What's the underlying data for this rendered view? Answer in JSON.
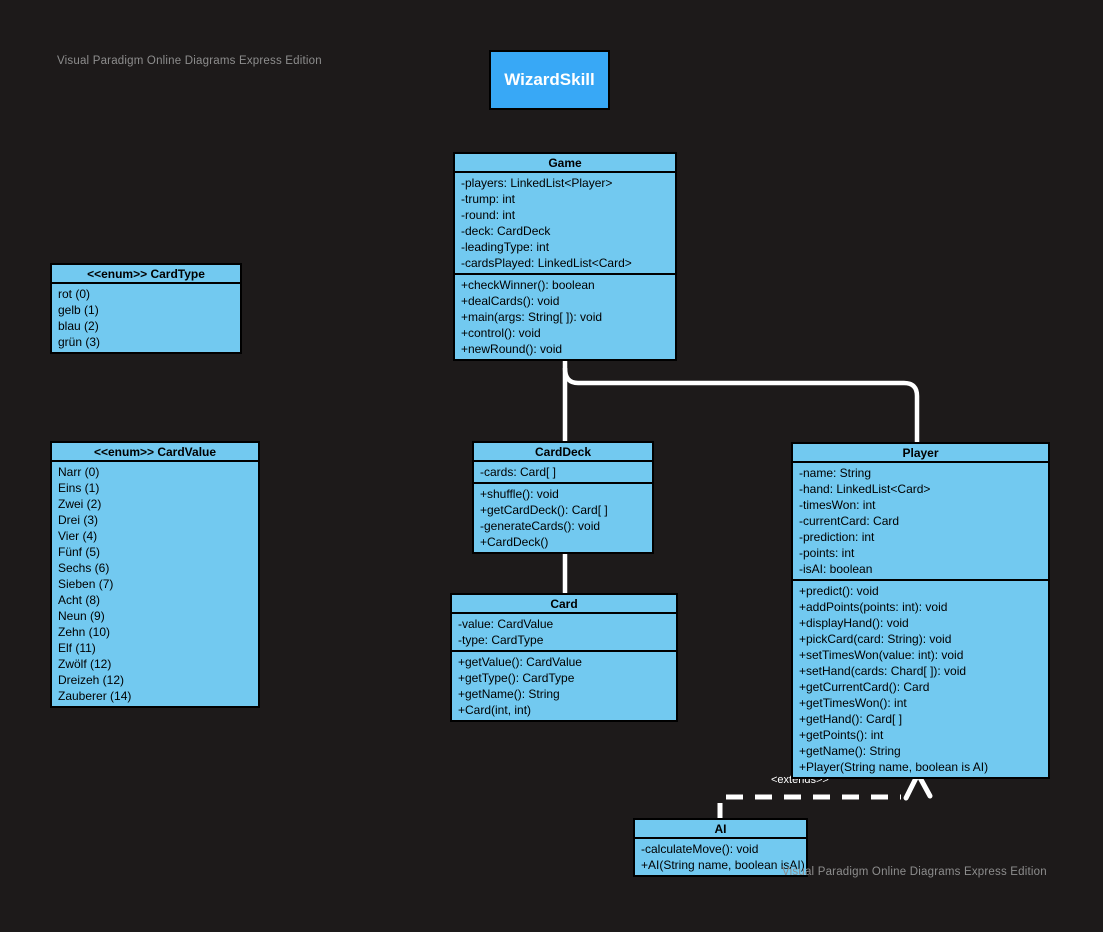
{
  "watermarks": {
    "top": "Visual Paradigm Online Diagrams Express Edition",
    "bottom": "Visual Paradigm Online Diagrams Express Edition"
  },
  "title_box": {
    "label": "WizardSkill"
  },
  "colors": {
    "background": "#1d1a1a",
    "class_fill": "#72c9f0",
    "title_fill": "#38a8f6",
    "connector": "#ffffff",
    "border": "#000000"
  },
  "relationships": {
    "extends_label": "<extends>>"
  },
  "classes": {
    "game": {
      "title": "Game",
      "attributes": [
        "-players: LinkedList<Player>",
        "-trump: int",
        "-round: int",
        "-deck: CardDeck",
        "-leadingType: int",
        "-cardsPlayed: LinkedList<Card>"
      ],
      "methods": [
        "+checkWinner(): boolean",
        "+dealCards(): void",
        "+main(args: String[ ]): void",
        "+control(): void",
        "+newRound(): void"
      ]
    },
    "card_type": {
      "title": "<<enum>> CardType",
      "values": [
        "rot (0)",
        "gelb (1)",
        "blau (2)",
        "grün (3)"
      ]
    },
    "card_value": {
      "title": "<<enum>> CardValue",
      "values": [
        "Narr (0)",
        "Eins (1)",
        "Zwei (2)",
        "Drei (3)",
        "Vier (4)",
        "Fünf (5)",
        "Sechs (6)",
        "Sieben (7)",
        "Acht (8)",
        "Neun (9)",
        "Zehn (10)",
        "Elf (11)",
        "Zwölf (12)",
        "Dreizeh (12)",
        "Zauberer (14)"
      ]
    },
    "card_deck": {
      "title": "CardDeck",
      "attributes": [
        "-cards: Card[ ]"
      ],
      "methods": [
        "+shuffle(): void",
        "+getCardDeck(): Card[ ]",
        "-generateCards(): void",
        "+CardDeck()"
      ]
    },
    "card": {
      "title": "Card",
      "attributes": [
        "-value: CardValue",
        "-type: CardType"
      ],
      "methods": [
        "+getValue(): CardValue",
        "+getType(): CardType",
        "+getName(): String",
        "+Card(int, int)"
      ]
    },
    "player": {
      "title": "Player",
      "attributes": [
        "-name: String",
        "-hand: LinkedList<Card>",
        "-timesWon: int",
        "-currentCard: Card",
        "-prediction: int",
        "-points: int",
        "-isAI: boolean"
      ],
      "methods": [
        "+predict(): void",
        "+addPoints(points: int): void",
        "+displayHand(): void",
        "+pickCard(card: String): void",
        "+setTimesWon(value: int): void",
        "+setHand(cards: Chard[ ]): void",
        "+getCurrentCard(): Card",
        "+getTimesWon(): int",
        "+getHand(): Card[ ]",
        "+getPoints(): int",
        "+getName(): String",
        "+Player(String name, boolean is AI)"
      ]
    },
    "ai": {
      "title": "AI",
      "members": [
        "-calculateMove(): void",
        "+AI(String name, boolean isAI)"
      ]
    }
  }
}
